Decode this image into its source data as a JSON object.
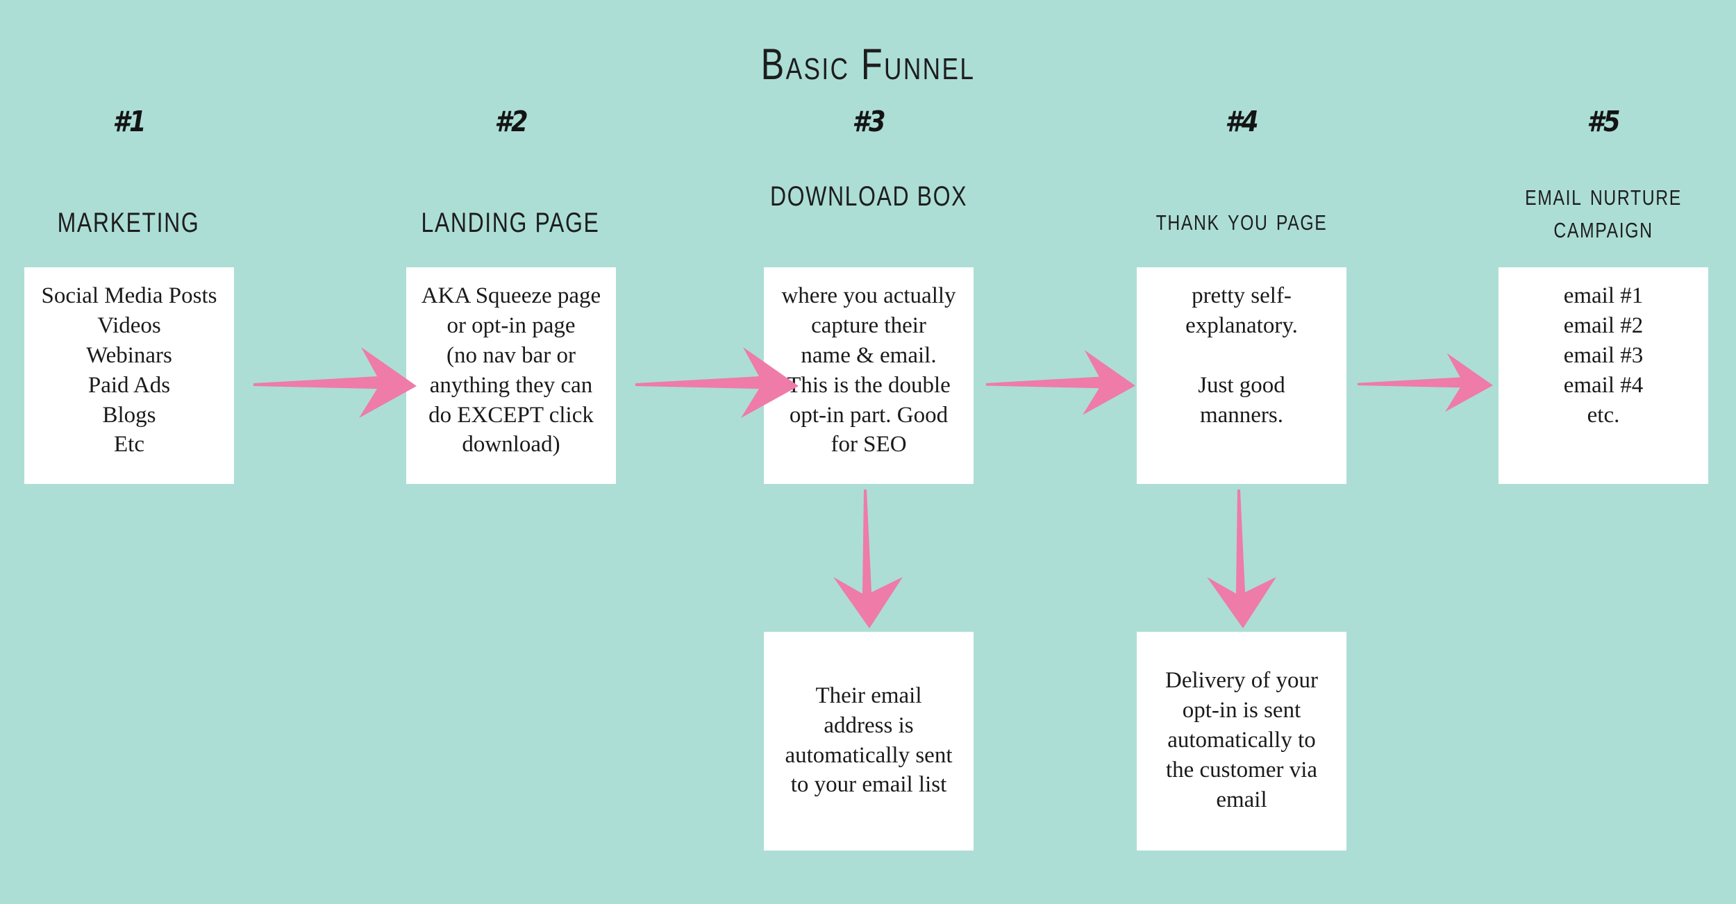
{
  "title": "Basic Funnel",
  "colors": {
    "background": "#ACDED6",
    "card": "#FFFFFF",
    "arrow": "#EE7BA8",
    "text": "#1A1A1A"
  },
  "stages": [
    {
      "number": "#1",
      "heading": "Marketing",
      "body": "Social Media Posts\nVideos\nWebinars\nPaid Ads\nBlogs\nEtc"
    },
    {
      "number": "#2",
      "heading": "Landing Page",
      "body": "AKA Squeeze page\nor opt-in page\n(no nav bar or\nanything they can\ndo EXCEPT click\ndownload)"
    },
    {
      "number": "#3",
      "heading": "Download Box",
      "body": "where you actually\ncapture their\nname & email.\nThis is the double\nopt-in part.  Good\nfor SEO",
      "sub_body": "Their email\naddress is\nautomatically sent\nto your email list"
    },
    {
      "number": "#4",
      "heading": "Thank You Page",
      "body": "pretty self-\nexplanatory.\n\nJust good\nmanners.",
      "sub_body": "Delivery of your\nopt-in is sent\nautomatically to\nthe customer via\nemail"
    },
    {
      "number": "#5",
      "heading": "Email Nurture Campaign",
      "body": "email #1\nemail #2\nemail #3\nemail #4\netc."
    }
  ],
  "icons": {
    "flow_arrow_right": "right-arrow-icon",
    "flow_arrow_down": "down-arrow-icon"
  }
}
